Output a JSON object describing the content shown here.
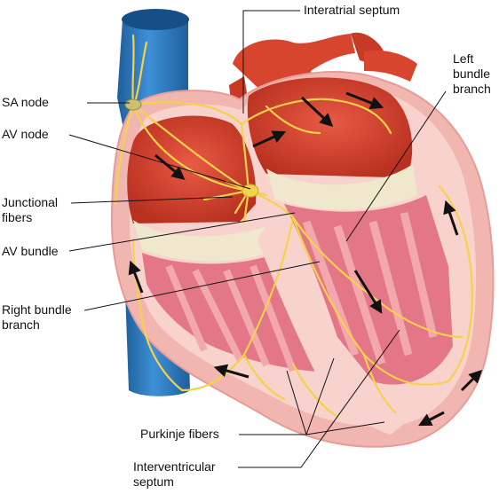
{
  "labels": {
    "interatrial_septum": "Interatrial septum",
    "sa_node": "SA node",
    "av_node": "AV node",
    "junctional_fibers_1": "Junctional",
    "junctional_fibers_2": "fibers",
    "av_bundle": "AV bundle",
    "right_bundle_branch_1": "Right bundle",
    "right_bundle_branch_2": "branch",
    "left_bundle_branch_1": "Left",
    "left_bundle_branch_2": "bundle",
    "left_bundle_branch_3": "branch",
    "purkinje_fibers": "Purkinje fibers",
    "interventricular_septum_1": "Interventricular",
    "interventricular_septum_2": "septum"
  },
  "colors": {
    "vein_blue": "#2f7fc6",
    "vein_dark": "#1f5f9c",
    "artery_red": "#d8452f",
    "chamber_red": "#d94a36",
    "wall_pink": "#f2b6b0",
    "wall_light": "#f8d2cc",
    "muscle_red": "#e0677a",
    "valve_cream": "#efe8cc",
    "conduction_yellow": "#f4d24a",
    "arrow_black": "#111111"
  }
}
